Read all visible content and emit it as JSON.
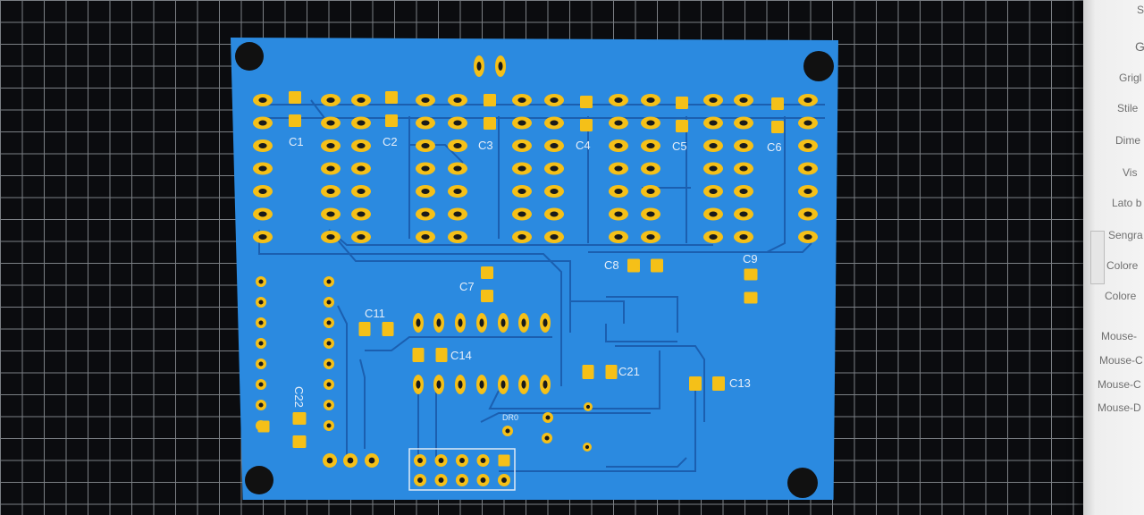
{
  "capacitor_labels": [
    "C1",
    "C2",
    "C3",
    "C4",
    "C5",
    "C6",
    "C7",
    "C8",
    "C9",
    "C11",
    "C13",
    "C14",
    "C21",
    "C22"
  ],
  "dr0_label": "DR0",
  "side_panel": {
    "labels": [
      "Sc",
      "G",
      "Grigl",
      "Stile",
      "Dime",
      "Vis",
      "Lato b",
      "Sengra",
      "Colore",
      "Colore",
      "Mouse-",
      "Mouse-C",
      "Mouse-C",
      "Mouse-D"
    ]
  },
  "colors": {
    "board_copper": "#2b8ae0",
    "trace": "#1a5fb4",
    "pad_gold": "#f5c018",
    "hole": "#1a1a1a"
  }
}
